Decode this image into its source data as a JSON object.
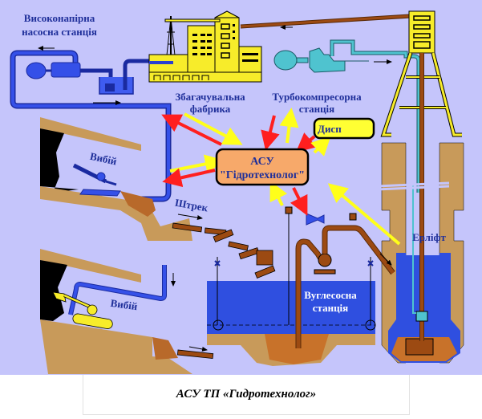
{
  "labels": {
    "pump_station": [
      "Високонапірна",
      "насосна станція"
    ],
    "plant": [
      "Збагачувальна",
      "фабрика"
    ],
    "compressor": [
      "Турбокомпресорна",
      "станція"
    ],
    "asu": [
      "АСУ",
      "\"Гідротехнолог\""
    ],
    "dispatcher": "Дисп",
    "face_top": "Вибій",
    "face_bottom": "Вибій",
    "drift": "Штрек",
    "coal_pump_station": [
      "Вуглесосна",
      "станція"
    ],
    "airlift": "Ерліфт"
  },
  "caption": "АСУ ТП «Гидротехнолог»",
  "colors": {
    "background": "#c5c5fb",
    "asu_box": "#f7a96a",
    "dispatcher_box": "#ffff33",
    "arrow_control": "#ff1f1f",
    "arrow_feedback": "#ffff1a",
    "water": "#2f4fe0",
    "pipe_blue": "#2a3fd0",
    "pipe_brown": "#9c4a12",
    "rock": "#c89a5a",
    "building": "#f7ec2a",
    "compressor": "#4fc3cf"
  }
}
